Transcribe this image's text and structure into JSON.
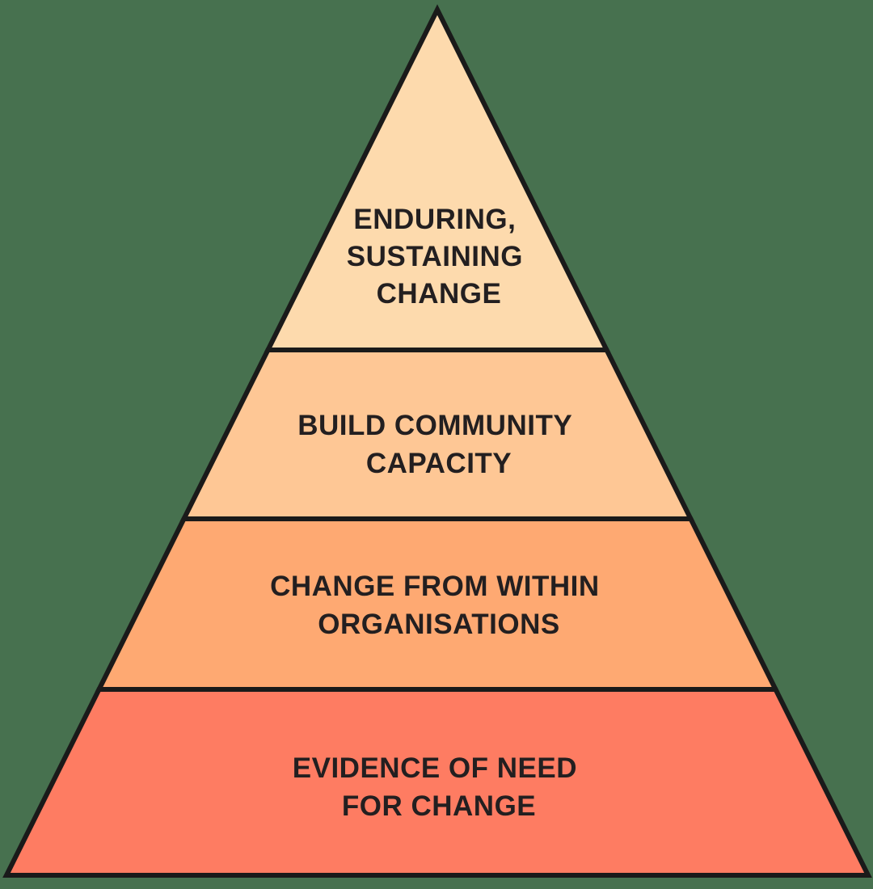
{
  "background_color": "#47714F",
  "outline_color": "#1A1A1A",
  "text_color": "#231F20",
  "pyramid": {
    "levels": [
      {
        "label": "ENDURING, SUSTAINING CHANGE",
        "lines": [
          "ENDURING,",
          "SUSTAINING",
          "CHANGE"
        ],
        "color": "#FDDAAD"
      },
      {
        "label": "BUILD COMMUNITY CAPACITY",
        "lines": [
          "BUILD COMMUNITY",
          "CAPACITY"
        ],
        "color": "#FEC795"
      },
      {
        "label": "CHANGE FROM WITHIN ORGANISATIONS",
        "lines": [
          "CHANGE FROM WITHIN",
          "ORGANISATIONS"
        ],
        "color": "#FEA972"
      },
      {
        "label": "EVIDENCE OF NEED FOR CHANGE",
        "lines": [
          "EVIDENCE OF NEED",
          "FOR CHANGE"
        ],
        "color": "#FE7C62"
      }
    ]
  }
}
